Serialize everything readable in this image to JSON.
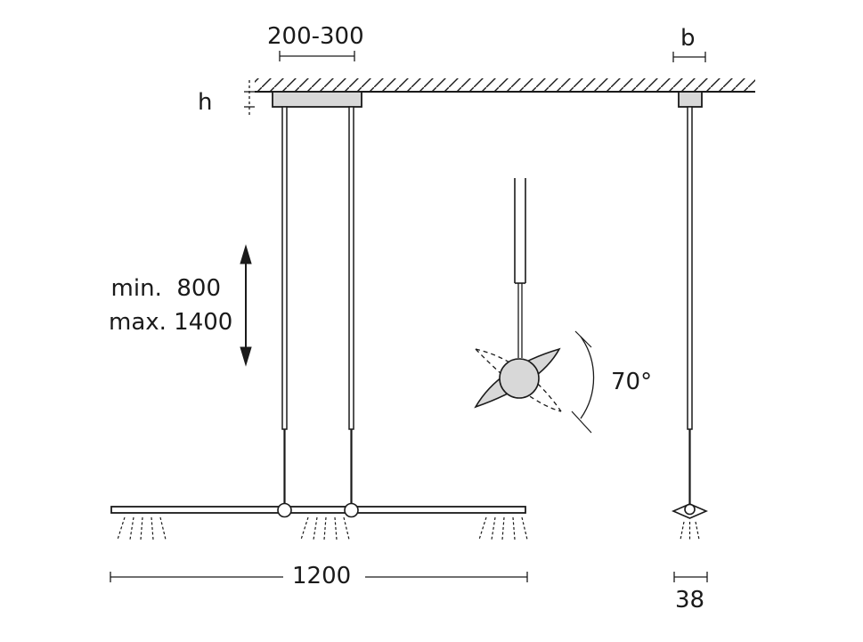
{
  "dimensions": {
    "mount_spacing": "200-300",
    "canopy_width": "b",
    "canopy_height": "h",
    "cable_min": "min.  800",
    "cable_max": "max. 1400",
    "tilt_angle": "70°",
    "fixture_length": "1200",
    "fixture_depth": "38"
  },
  "colors": {
    "line": "#1a1a1a",
    "fill": "#d8d8d8"
  }
}
